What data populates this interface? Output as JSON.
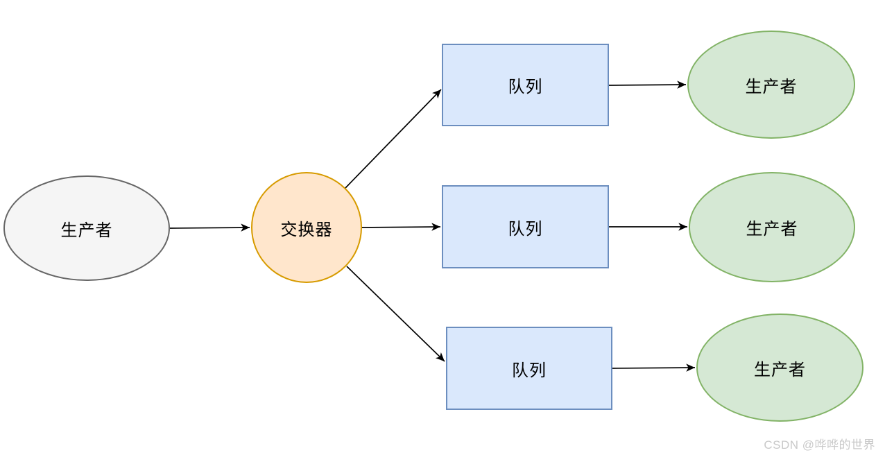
{
  "diagram": {
    "kind": "flow-diagram",
    "nodes": [
      {
        "id": "producer",
        "label": "生产者",
        "shape": "ellipse",
        "fill": "#F5F5F5",
        "stroke": "#666666"
      },
      {
        "id": "exchange",
        "label": "交换器",
        "shape": "circle",
        "fill": "#FFE6CC",
        "stroke": "#D79B00"
      },
      {
        "id": "queue-1",
        "label": "队列",
        "shape": "rect",
        "fill": "#DAE8FC",
        "stroke": "#6C8EBF"
      },
      {
        "id": "queue-2",
        "label": "队列",
        "shape": "rect",
        "fill": "#DAE8FC",
        "stroke": "#6C8EBF"
      },
      {
        "id": "queue-3",
        "label": "队列",
        "shape": "rect",
        "fill": "#DAE8FC",
        "stroke": "#6C8EBF"
      },
      {
        "id": "consumer-1",
        "label": "生产者",
        "shape": "ellipse",
        "fill": "#D5E8D4",
        "stroke": "#82B366"
      },
      {
        "id": "consumer-2",
        "label": "生产者",
        "shape": "ellipse",
        "fill": "#D5E8D4",
        "stroke": "#82B366"
      },
      {
        "id": "consumer-3",
        "label": "生产者",
        "shape": "ellipse",
        "fill": "#D5E8D4",
        "stroke": "#82B366"
      }
    ],
    "edges": [
      {
        "from": "producer",
        "to": "exchange"
      },
      {
        "from": "exchange",
        "to": "queue-1"
      },
      {
        "from": "exchange",
        "to": "queue-2"
      },
      {
        "from": "exchange",
        "to": "queue-3"
      },
      {
        "from": "queue-1",
        "to": "consumer-1"
      },
      {
        "from": "queue-2",
        "to": "consumer-2"
      },
      {
        "from": "queue-3",
        "to": "consumer-3"
      }
    ],
    "edge_color": "#000000"
  },
  "watermark": {
    "text": "CSDN @哗哗的世界"
  }
}
